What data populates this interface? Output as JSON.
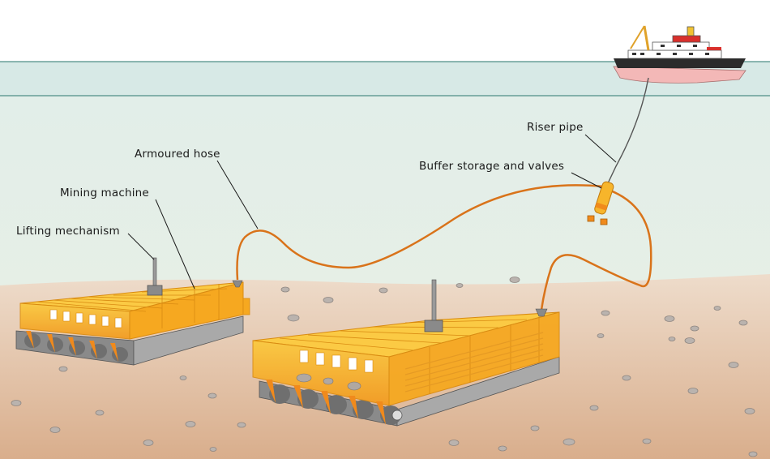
{
  "labels": {
    "lifting_mechanism": "Lifting mechanism",
    "mining_machine": "Mining machine",
    "armoured_hose": "Armoured hose",
    "buffer_storage": "Buffer storage and valves",
    "riser_pipe": "Riser pipe"
  },
  "colors": {
    "sky": "#ffffff",
    "surface_band": "#d7e9e6",
    "water": "#e4efe8",
    "waterline": "#4f8f87",
    "seafloor_top": "#eedccb",
    "seafloor_bottom": "#d9ae8c",
    "machine_yellow": "#f7b52b",
    "machine_orange": "#f08a1c",
    "hose": "#d9731a",
    "track_grey": "#8a8a8a",
    "nodule": "#b9b2ad"
  },
  "icons": {
    "ship": "research-vessel-icon",
    "buffer": "buffer-canister-icon"
  }
}
